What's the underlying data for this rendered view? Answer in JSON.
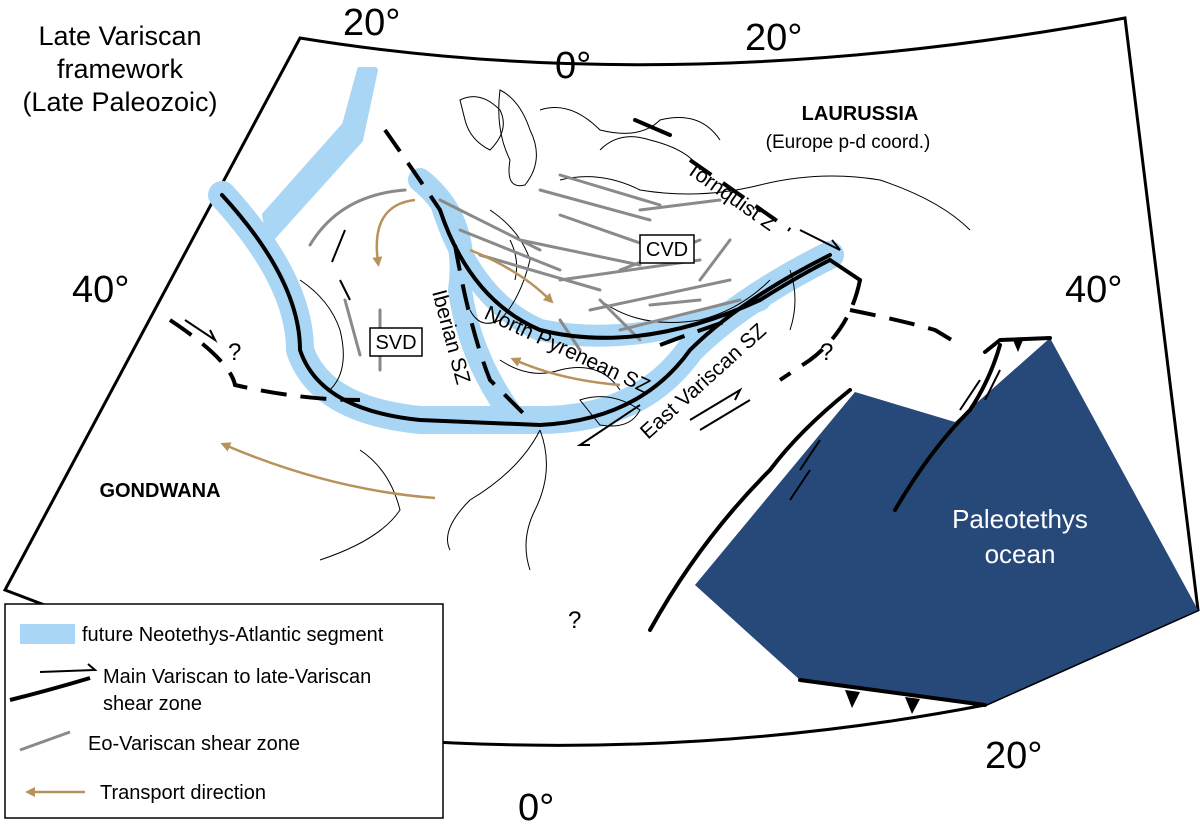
{
  "title": {
    "line1": "Late Variscan",
    "line2": "framework",
    "line3": "(Late Paleozoic)"
  },
  "regions": {
    "laurussia": "LAURUSSIA",
    "laurussia_note": "(Europe p-d coord.)",
    "gondwana": "GONDWANA",
    "paleotethys_line1": "Paleotethys",
    "paleotethys_line2": "ocean"
  },
  "coordinates": {
    "top_left": "20°",
    "top_center": "0°",
    "top_right": "20°",
    "left": "40°",
    "right": "40°",
    "bottom_center": "0°",
    "bottom_right": "20°"
  },
  "shear_zones": {
    "tornquist": "Tornquist Z",
    "north_pyrenean": "North Pyrenean SZ",
    "east_variscan": "East Variscan SZ",
    "iberian": "Iberian SZ"
  },
  "domains": {
    "svd": "SVD",
    "cvd": "CVD"
  },
  "unknowns": {
    "q": "?"
  },
  "legend": {
    "neotethys": "future Neotethys-Atlantic segment",
    "main_shear_line1": "Main Variscan to late-Variscan",
    "main_shear_line2": "shear zone",
    "eo_shear": "Eo-Variscan shear zone",
    "transport": "Transport direction"
  },
  "colors": {
    "ocean": "#26497a",
    "neotethys": "#a9d6f5",
    "transport": "#b8925c",
    "eo_shear": "#8a8a8a",
    "coast": "#000000"
  }
}
